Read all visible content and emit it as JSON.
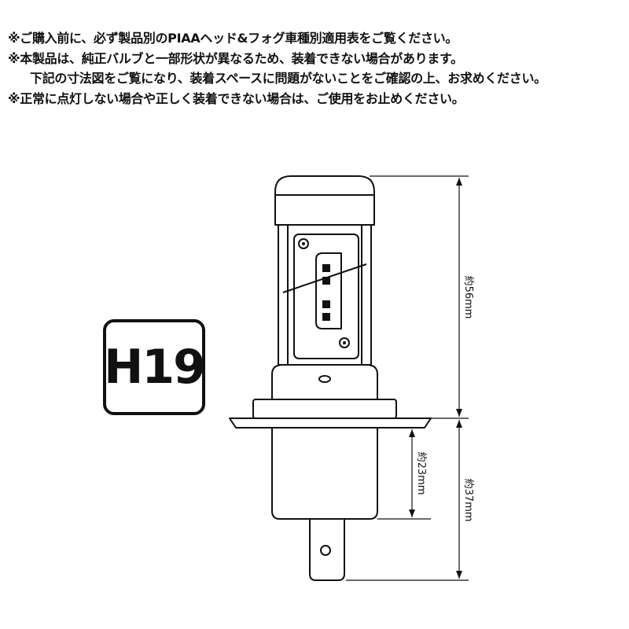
{
  "notes": [
    "※ご購入前に、必ず製品別のPIAAヘッド&フォグ車種別適用表をご覧ください。",
    "※本製品は、純正バルブと一部形状が異なるため、装着できない場合があります。",
    "下記の寸法図をご覧になり、装着スペースに問題がないことをご確認の上、お求めください。",
    "※正常に点灯しない場合や正しく装着できない場合は、ご使用をお止めください。"
  ],
  "badge": {
    "label": "H19"
  },
  "dimensions": {
    "upper": "約56mm",
    "lower_outer": "約37mm",
    "lower_inner": "約23mm"
  },
  "colors": {
    "ink": "#111111",
    "background": "#ffffff"
  }
}
